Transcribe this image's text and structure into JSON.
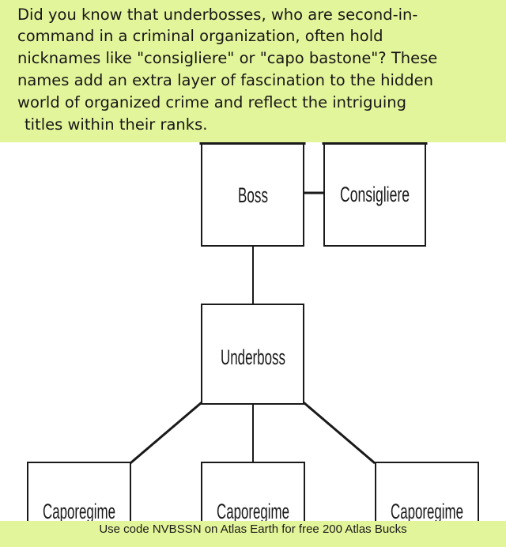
{
  "fact": {
    "lines": [
      "Did you know that underbosses, who are second-in-",
      "command in a criminal organization, often hold",
      "nicknames like \"consigliere\" or \"capo bastone\"? These",
      "names add an extra layer of fascination to the hidden",
      "world of organized crime and reflect the intriguing",
      "titles within their ranks."
    ]
  },
  "diagram": {
    "nodes": {
      "boss": "Boss",
      "consigliere": "Consigliere",
      "underboss": "Underboss",
      "caporegime_left": "Caporegime",
      "caporegime_center": "Caporegime",
      "caporegime_right": "Caporegime"
    }
  },
  "footer": {
    "promo": "Use code NVBSSN on Atlas Earth for free 200 Atlas Bucks"
  },
  "colors": {
    "banner": "#e3f59a",
    "ink": "#161616"
  }
}
